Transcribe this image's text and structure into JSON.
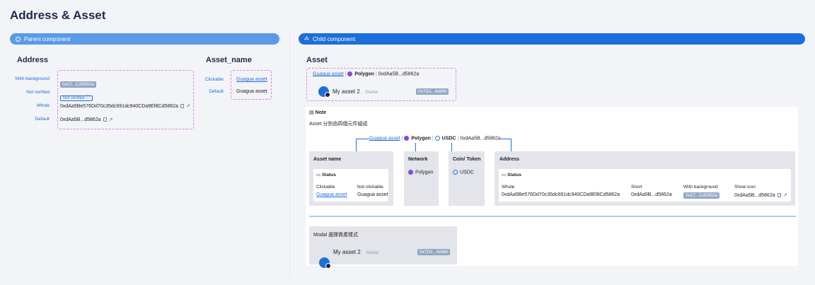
{
  "page_title": "Address & Asset",
  "parent_bar": "Parent component",
  "child_bar": "Child component",
  "address": {
    "heading": "Address",
    "labels": [
      "With background",
      "Not verified",
      "Whole",
      "Default"
    ],
    "with_background": "0xCf...Cd5862a",
    "not_verified": "Not verified",
    "whole": "0xdAa5Be576Dd70c35dc691dc940CDa9Ef8Cd5862a",
    "default": "0xdAa5B...d5862a"
  },
  "asset_name": {
    "heading": "Asset_name",
    "labels": [
      "Clickable",
      "Default"
    ],
    "clickable": "Guagua asset",
    "default": "Guagua asset"
  },
  "asset": {
    "heading": "Asset",
    "name_link": "Guagua asset",
    "network": "Polygon",
    "address": "0xdAa5B...d5862a",
    "my_asset": "My asset 2",
    "chain": "Stellar",
    "chip": "0x7D1...fe880"
  },
  "note": {
    "title": "Note",
    "desc": "Asset 分別由四個元件組成",
    "row": {
      "name": "Guagua asset",
      "network": "Polygon",
      "coin": "USDC",
      "address": "0xdAa5B...d5862a"
    },
    "asset_name_panel": {
      "title": "Asset name",
      "status": "Status",
      "col1": "Clickable",
      "col2": "Not clickable",
      "val1": "Guagua asset",
      "val2": "Guagua asset"
    },
    "network_panel": {
      "title": "Network",
      "value": "Polygon"
    },
    "coin_panel": {
      "title": "Coin/ Token",
      "value": "USDC"
    },
    "address_panel": {
      "title": "Address",
      "status": "Status",
      "cols": [
        "Whole",
        "Short",
        "With background",
        "Show icon"
      ],
      "whole": "0xdAa5Be576Dd70c35dc691dc940CDa9Ef8Cd5862a",
      "short": "0xdAa5B...d5862a",
      "bg": "0xCf...Cd5862a",
      "icon": "0xdAa5B...d5862a"
    },
    "modal": {
      "title": "Modal 選擇資產樣式",
      "name": "My asset 2",
      "chain": "Stellar",
      "chip": "0x7D1...fe880"
    }
  }
}
